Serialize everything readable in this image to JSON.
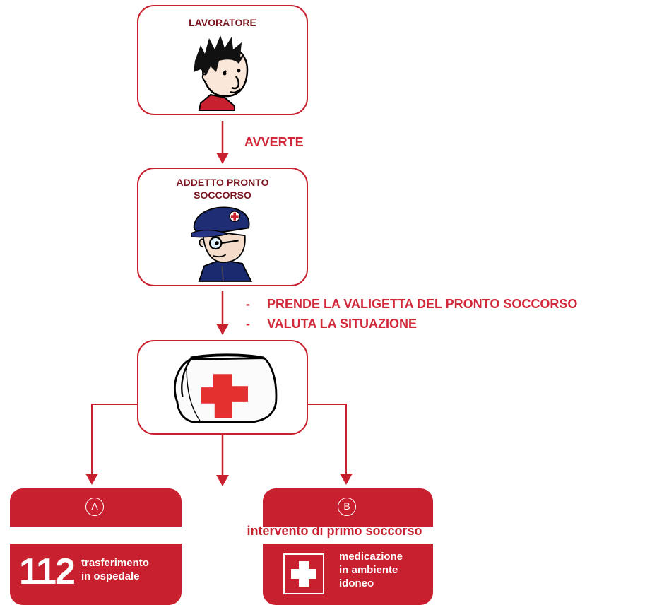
{
  "nodes": {
    "worker": {
      "title": "LAVORATORE",
      "icon": "worker-face-icon"
    },
    "first_aider": {
      "title_line1": "ADDETTO PRONTO",
      "title_line2": "SOCCORSO",
      "icon": "first-aider-cap-icon"
    },
    "kit": {
      "icon": "first-aid-bag-icon"
    }
  },
  "steps": {
    "alert": "AVVERTE",
    "actions": [
      "PRENDE LA VALIGETTA DEL PRONTO SOCCORSO",
      "VALUTA LA SITUAZIONE"
    ],
    "bullet": "-"
  },
  "shared_label": "intervento di primo soccorso",
  "outcomes": {
    "a": {
      "letter": "A",
      "number": "112",
      "line1": "trasferimento",
      "line2": "in ospedale"
    },
    "b": {
      "letter": "B",
      "icon": "medical-cross-icon",
      "line1": "medicazione",
      "line2": "in ambiente",
      "line3": "idoneo"
    }
  },
  "colors": {
    "accent": "#c8202f",
    "label_red": "#d1283a",
    "title_dark_red": "#7a1520"
  }
}
